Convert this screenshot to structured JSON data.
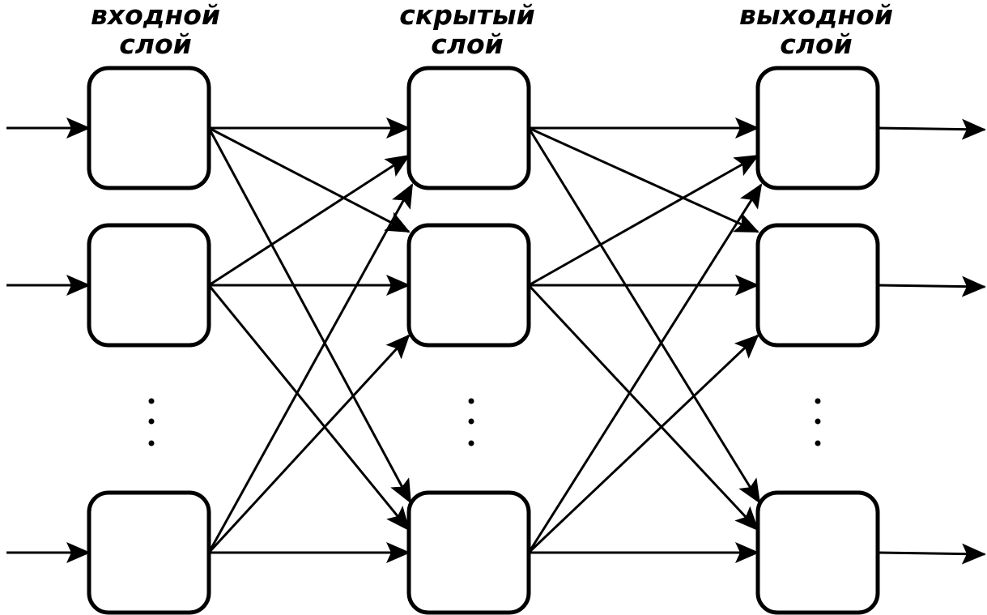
{
  "title": "Neural network layers diagram",
  "colors": {
    "stroke": "#000000",
    "background": "#ffffff",
    "node_fill": "#ffffff"
  },
  "layers": [
    {
      "id": "input",
      "title_line1": "входной",
      "title_line2": "слой",
      "visible_nodes": 3,
      "ellipsis": "⋮"
    },
    {
      "id": "hidden",
      "title_line1": "скрытый",
      "title_line2": "слой",
      "visible_nodes": 3,
      "ellipsis": "⋮"
    },
    {
      "id": "output",
      "title_line1": "выходной",
      "title_line2": "слой",
      "visible_nodes": 3,
      "ellipsis": "⋮"
    }
  ],
  "connections": "fully-connected between adjacent layers",
  "external_inputs": 3,
  "external_outputs": 3
}
